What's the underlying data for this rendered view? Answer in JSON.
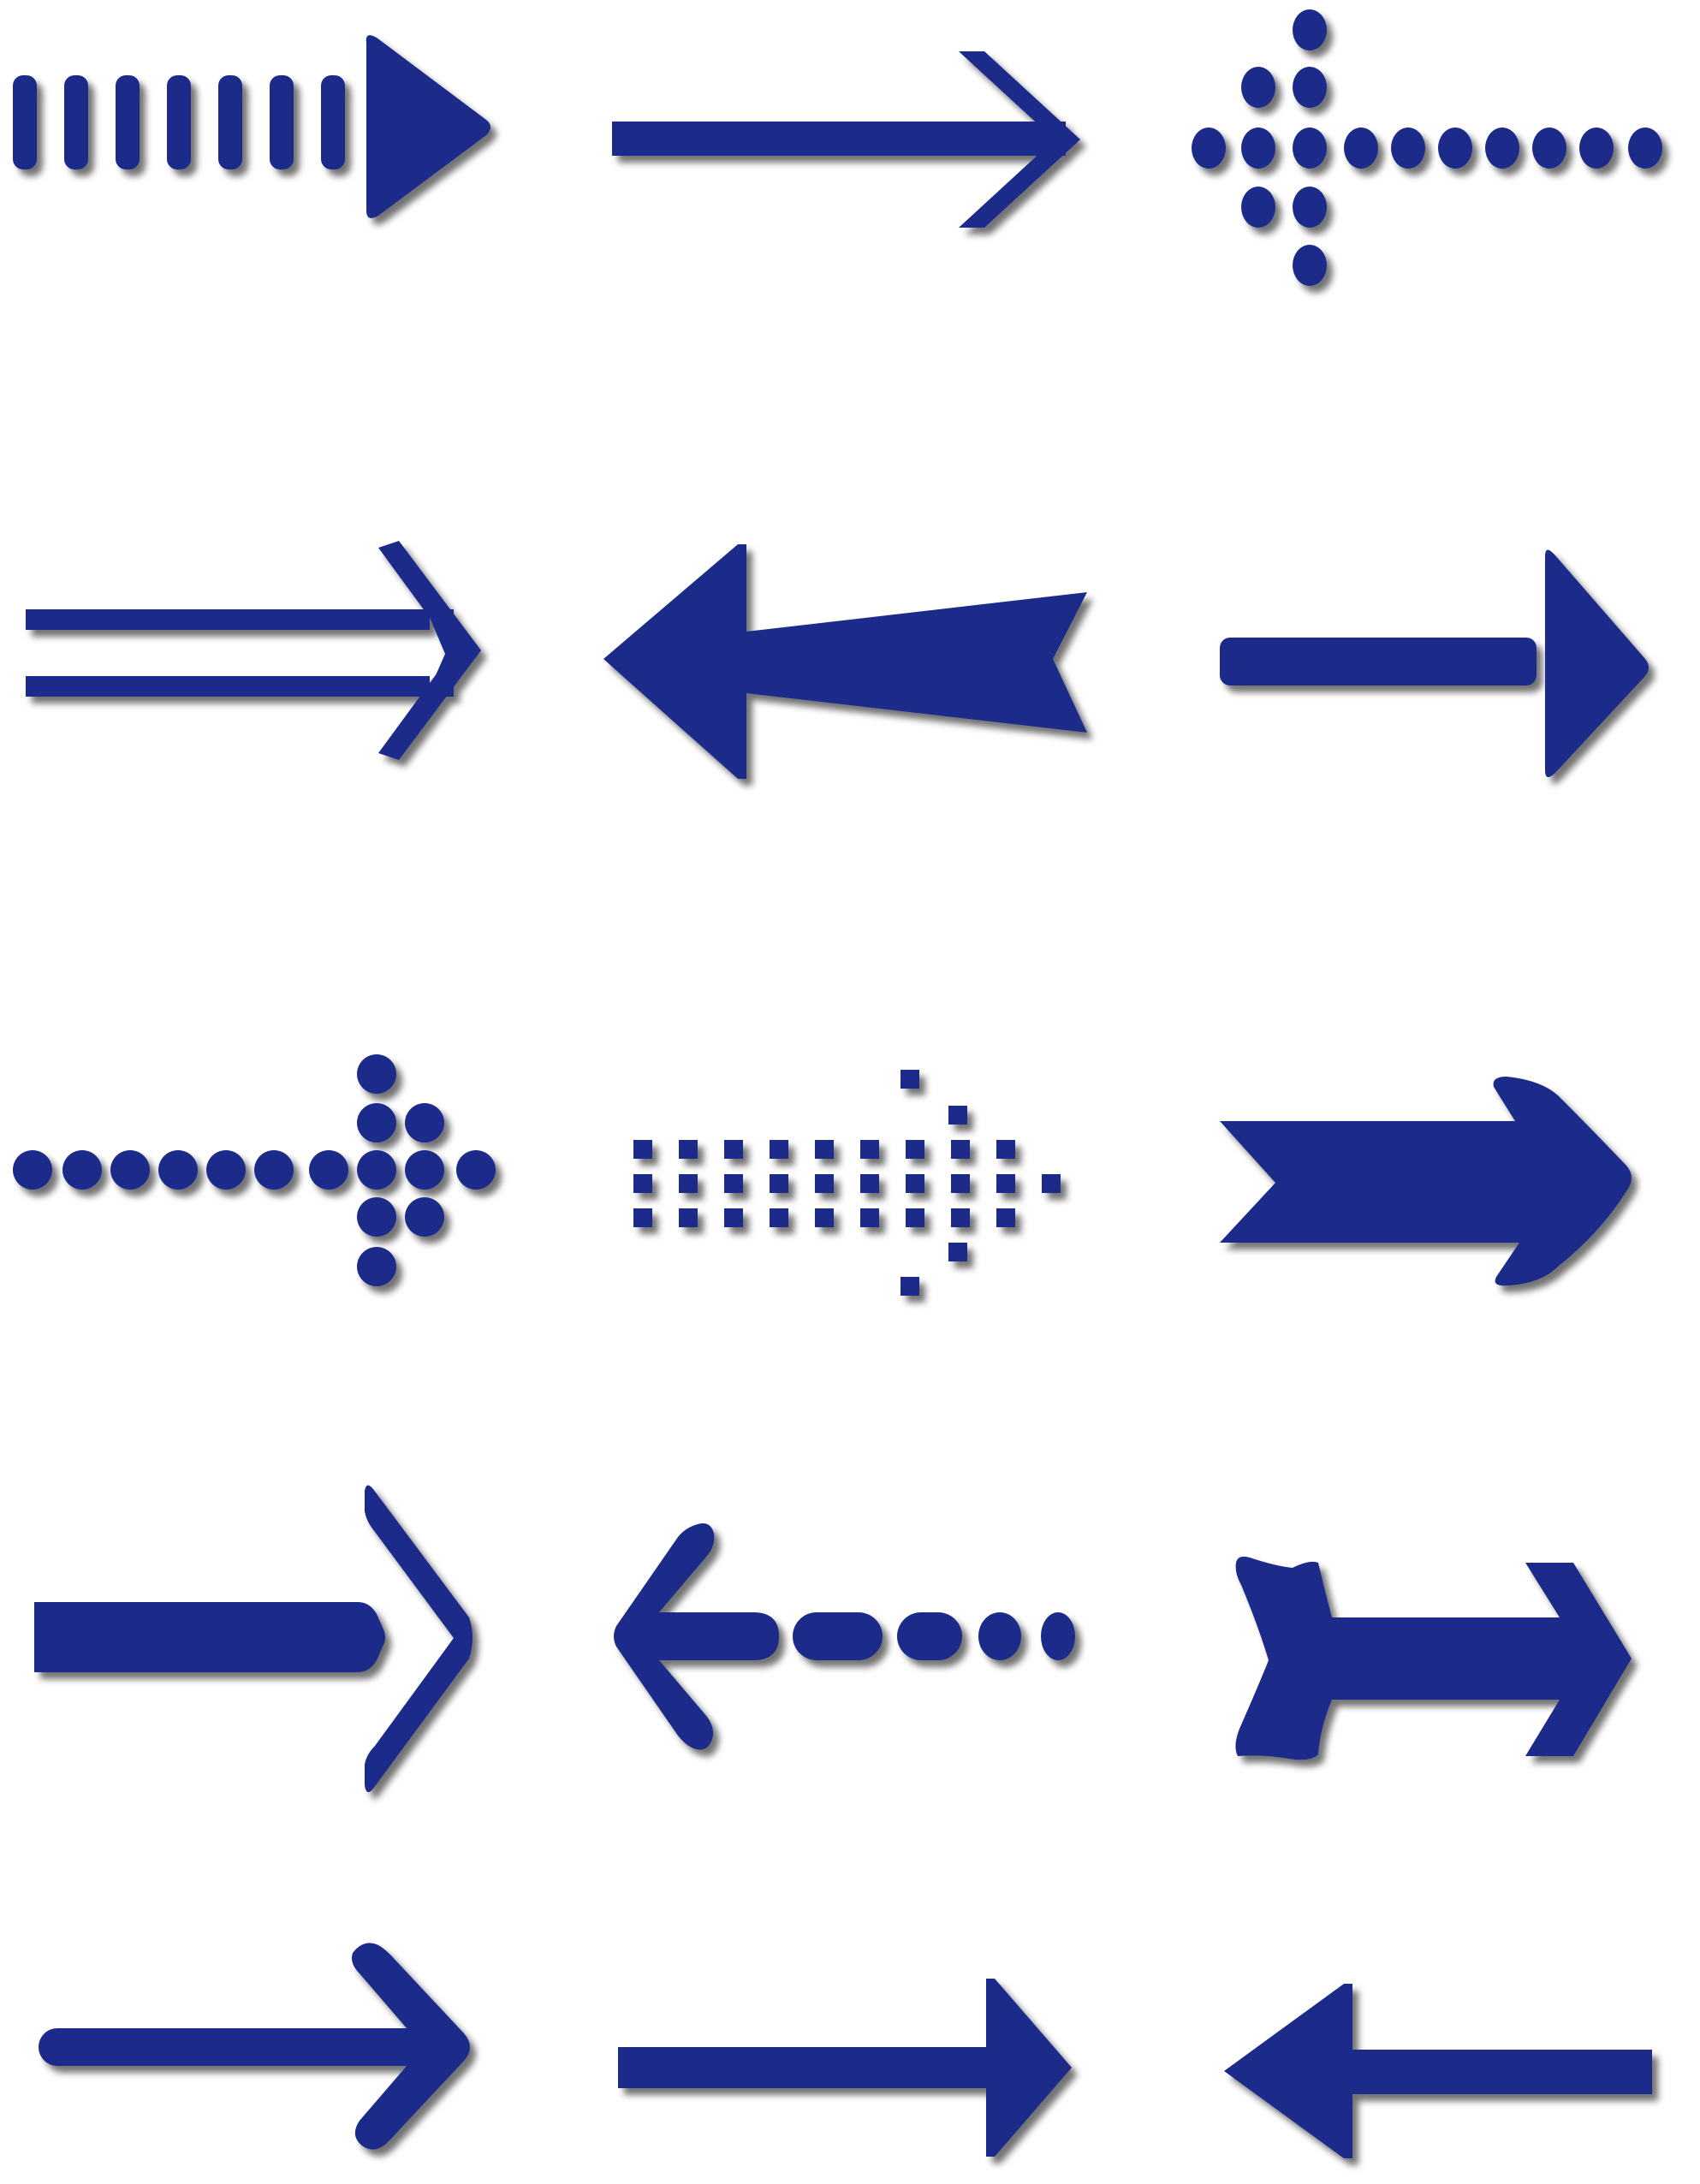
{
  "sheet": {
    "background": "#ffffff",
    "arrow_color": "#1a2b8a",
    "shadow_color": "#000000",
    "arrows": [
      {
        "name": "striped-right-arrow-icon",
        "direction": "right"
      },
      {
        "name": "thin-chevron-right-arrow-icon",
        "direction": "right"
      },
      {
        "name": "dotted-left-arrow-icon",
        "direction": "left"
      },
      {
        "name": "double-line-right-arrow-icon",
        "direction": "right"
      },
      {
        "name": "notched-left-arrow-icon",
        "direction": "left"
      },
      {
        "name": "bar-triangle-right-arrow-icon",
        "direction": "right"
      },
      {
        "name": "dotted-right-arrow-icon",
        "direction": "right"
      },
      {
        "name": "square-dotted-right-arrow-icon",
        "direction": "right"
      },
      {
        "name": "chevron-ribbon-right-arrow-icon",
        "direction": "right"
      },
      {
        "name": "bar-bracket-right-arrow-icon",
        "direction": "right"
      },
      {
        "name": "dashed-left-arrow-icon",
        "direction": "left"
      },
      {
        "name": "fletched-right-arrow-icon",
        "direction": "right"
      },
      {
        "name": "rounded-chevron-right-arrow-icon",
        "direction": "right"
      },
      {
        "name": "triangle-head-right-arrow-icon",
        "direction": "right"
      },
      {
        "name": "triangle-head-left-arrow-icon",
        "direction": "left"
      }
    ]
  }
}
